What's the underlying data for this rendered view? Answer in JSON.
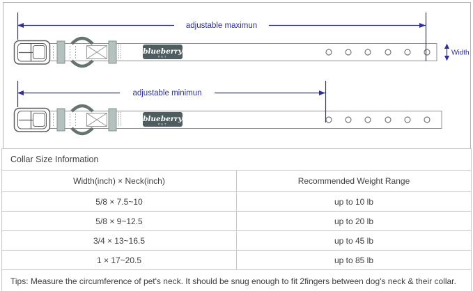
{
  "diagram": {
    "adjustable_max_label": "adjustable maximun",
    "adjustable_min_label": "adjustable minimun",
    "width_label": "Width",
    "logo_brand": "blueberry",
    "logo_sub": "PET"
  },
  "table": {
    "title": "Collar Size Information",
    "headers": [
      "Width(inch)  ×  Neck(inch)",
      "Recommended Weight Range"
    ],
    "rows": [
      {
        "size": "5/8 × 7.5~10",
        "weight": "up to 10 lb"
      },
      {
        "size": "5/8 × 9~12.5",
        "weight": "up to 20 lb"
      },
      {
        "size": "3/4 × 13~16.5",
        "weight": "up to 45 lb"
      },
      {
        "size": "1 × 17~20.5",
        "weight": "up to 85 lb"
      }
    ],
    "tips": "Tips: Measure the circumference of pet's neck. It should be snug enough to fit 2fingers between dog's neck & their collar."
  },
  "colors": {
    "annotation_navy": "#2d2f9b",
    "logo_patch": "#4d5d60",
    "keeper_gray": "#b5c1bf",
    "strap_outline": "#8f8f8f",
    "table_border": "#c9c9c9"
  }
}
